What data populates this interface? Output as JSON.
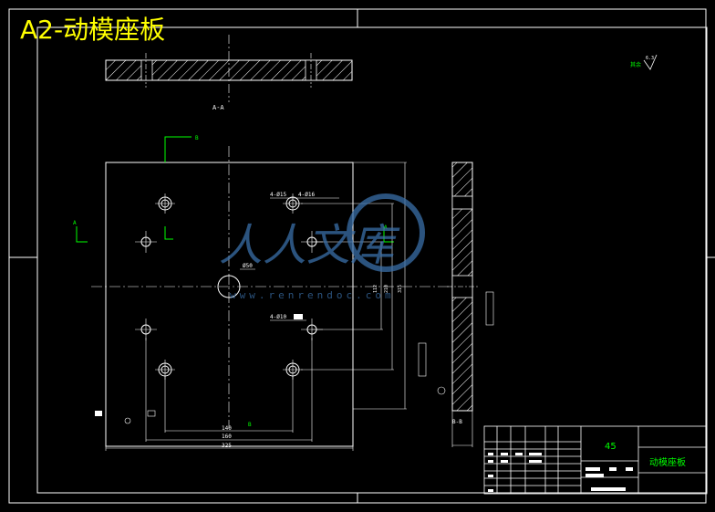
{
  "title": "A2-动模座板",
  "colors": {
    "background": "#000000",
    "line": "#ffffff",
    "title": "#ffff00",
    "annotation": "#00ff00",
    "watermark": "#3a6fa8"
  },
  "drawing": {
    "section_a": "A-A",
    "section_b": "B-B",
    "section_arrow_a_left": "A",
    "section_arrow_a_right": "A",
    "section_arrow_b_top": "B",
    "section_arrow_b_bottom": "B",
    "note_4d15": "4-Ø15",
    "note_4d16": "4-Ø16",
    "note_4d10": "4-Ø10",
    "dia_center": "Ø50",
    "dim_140": "140",
    "dim_160": "160",
    "dim_325": "325",
    "dim_v1": "112",
    "dim_v2": "210",
    "dim_v3": "315",
    "surface_note": "其余",
    "roughness": "6.3"
  },
  "title_block": {
    "material": "45",
    "part_name": "动模座板"
  },
  "watermark": {
    "text": "人人文库",
    "url": "www.renrendoc.com"
  }
}
